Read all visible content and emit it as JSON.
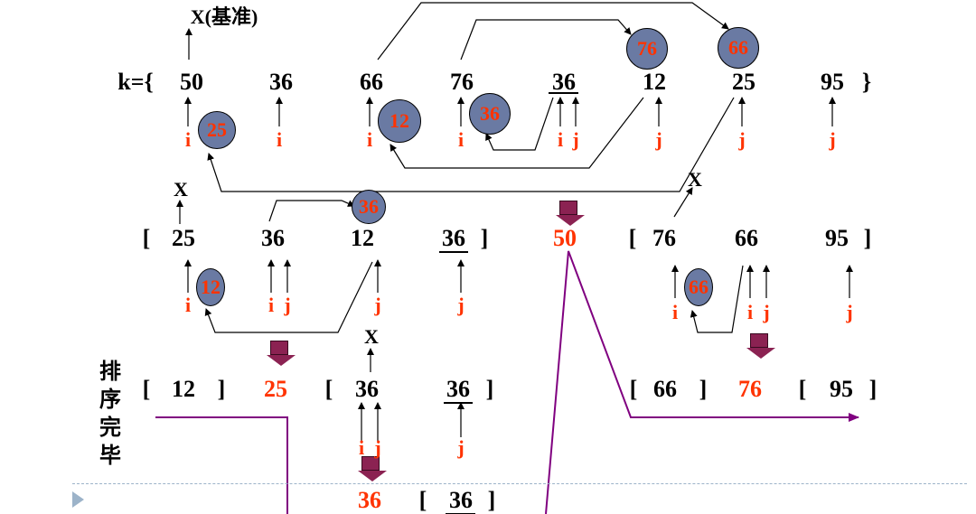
{
  "pivot_label": "X(基准)",
  "x_label": "X",
  "k_prefix": "k={",
  "close_brace": "}",
  "open_bracket": "[",
  "close_bracket": "]",
  "pointer_i": "i",
  "pointer_j": "j",
  "row1": [
    "50",
    "36",
    "66",
    "76",
    "36",
    "12",
    "25",
    "95"
  ],
  "row1_circles": [
    "25",
    "12",
    "36",
    "76",
    "66"
  ],
  "row2_left": [
    "25",
    "36",
    "12",
    "36"
  ],
  "row2_pivot": "50",
  "row2_right": [
    "76",
    "66",
    "95"
  ],
  "row2_circles": [
    "36",
    "12",
    "66"
  ],
  "row3": [
    "12",
    "25",
    "36",
    "36",
    "66",
    "76",
    "95"
  ],
  "row4_pivot": "36",
  "row4_right": "36",
  "done_label": [
    "排",
    "序",
    "完",
    "毕"
  ],
  "colors": {
    "highlight": "#ff3300",
    "circle": "#6a7aa3",
    "block_arrow": "#8b2252",
    "path": "#800080",
    "bullet": "#9cb3c9"
  }
}
